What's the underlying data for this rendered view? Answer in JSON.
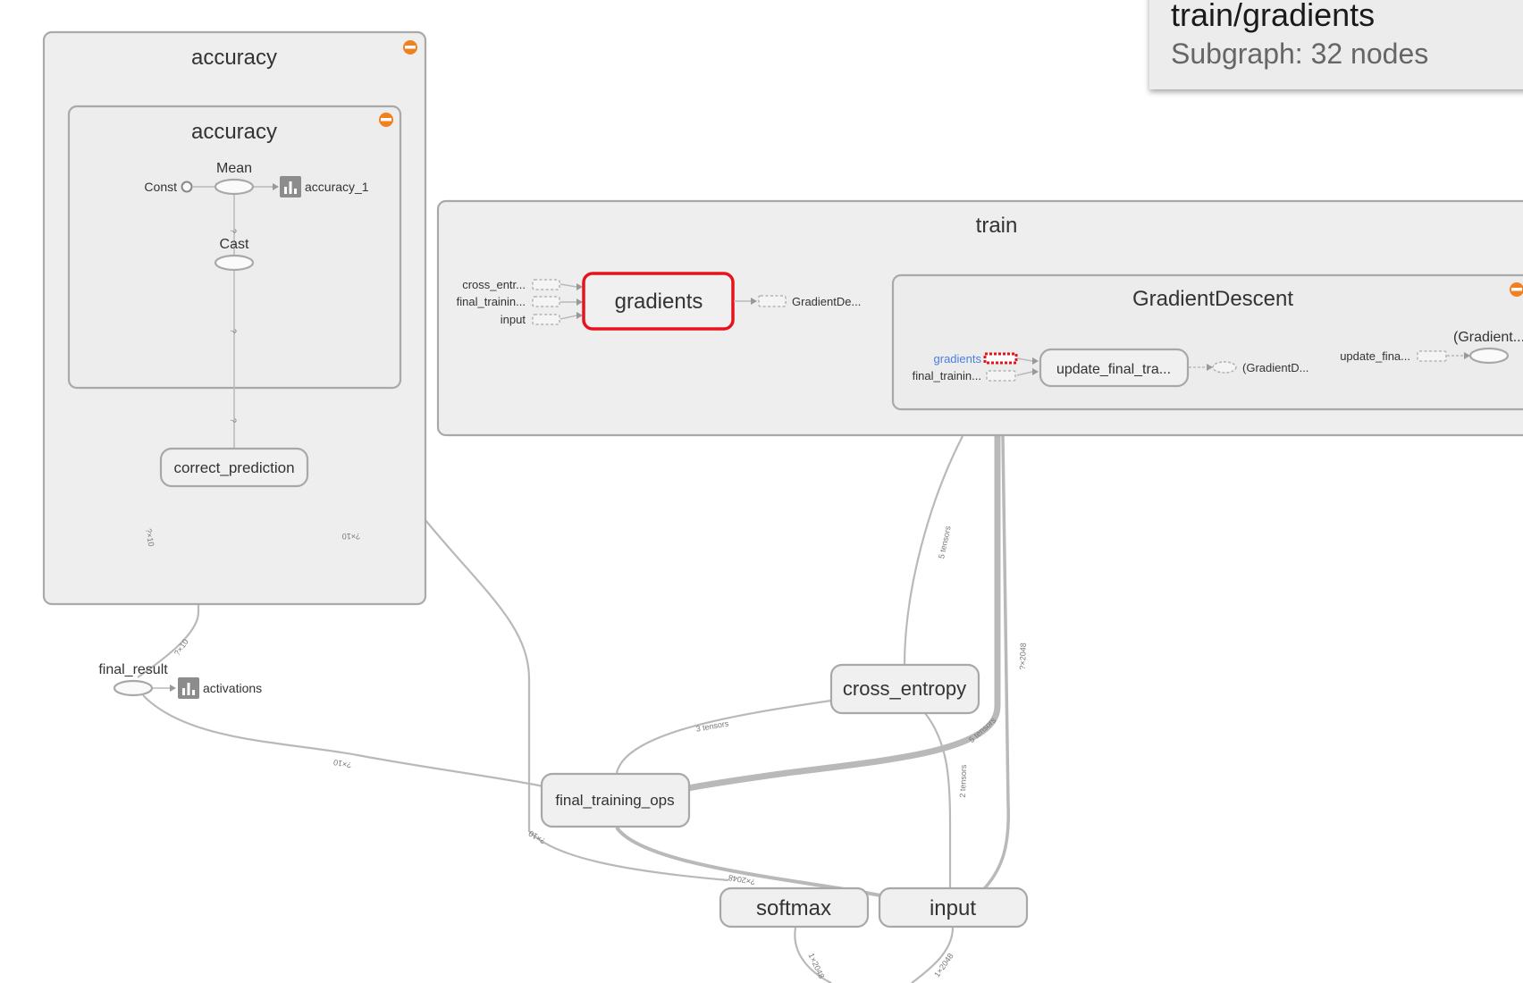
{
  "info_panel": {
    "title": "train/gradients",
    "subtitle": "Subgraph: 32 nodes"
  },
  "accuracy_outer": {
    "title": "accuracy"
  },
  "accuracy_inner": {
    "title": "accuracy",
    "mean": "Mean",
    "const": "Const",
    "summary": "accuracy_1",
    "cast": "Cast",
    "edge_q1": "?",
    "edge_q2": "?",
    "edge_q3": "?"
  },
  "correct_prediction": "correct_prediction",
  "final_result": "final_result",
  "activations": "activations",
  "train": {
    "title": "train",
    "inputs": [
      "cross_entr...",
      "final_trainin...",
      "input"
    ],
    "gradients": "gradients",
    "gradient_out": "GradientDe..."
  },
  "gradient_descent": {
    "title": "GradientDescent",
    "in_gradients": "gradients",
    "in_final": "final_trainin...",
    "update": "update_final_tra...",
    "out": "(GradientD...",
    "update_fina": "update_fina...",
    "gradient_trunc": "(Gradient..."
  },
  "cross_entropy": "cross_entropy",
  "final_training_ops": "final_training_ops",
  "softmax": "softmax",
  "input": "input",
  "edge_labels": {
    "cp_left": "?×10",
    "cp_right": "?×10",
    "fr_in": "?×10",
    "fr_fto": "?×10",
    "fto_soft": "?×10",
    "ce_fto": "3 tensors",
    "train_ce": "5 tensors",
    "ce_soft": "5 tensors",
    "ce_input": "2 tensors",
    "train_input": "?×2048",
    "fto_input": "?×2048",
    "soft_bottom": "1×2048",
    "input_bottom": "1×2048"
  },
  "colors": {
    "highlight": "#e8131a",
    "collapse": "#f08020",
    "link": "#4a7fe0",
    "panel": "#ececec"
  }
}
